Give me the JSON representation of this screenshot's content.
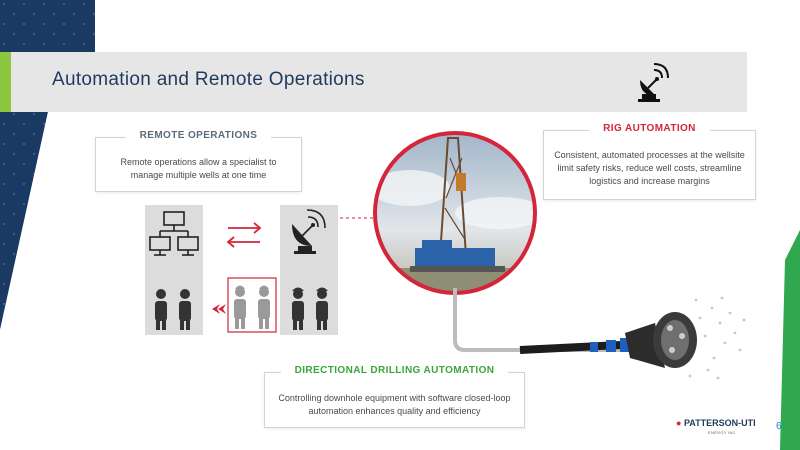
{
  "title": "Automation and Remote Operations",
  "icons": {
    "header": "satellite-dish-icon",
    "remote_tiles": [
      "computer-network-icon",
      "satellite-dish-icon",
      "workers-icon"
    ],
    "transfer": "swap-arrows-icon"
  },
  "remote_operations": {
    "heading": "REMOTE OPERATIONS",
    "body": "Remote operations allow a specialist to manage multiple wells at one time"
  },
  "rig_automation": {
    "heading": "RIG AUTOMATION",
    "body": "Consistent, automated processes at the wellsite limit safety risks, reduce well costs, streamline logistics and increase margins"
  },
  "directional_drilling": {
    "heading": "DIRECTIONAL DRILLING AUTOMATION",
    "body": "Controlling downhole equipment with software closed-loop automation enhances quality and efficiency"
  },
  "footer": {
    "logo_text": "PATTERSON-UTI",
    "logo_sub": "ENERGY INC",
    "page_number": "6"
  },
  "colors": {
    "navy": "#1b3a63",
    "accent_green": "#8dc63f",
    "accent_red": "#d3263a",
    "heading_green": "#3aa63a"
  }
}
